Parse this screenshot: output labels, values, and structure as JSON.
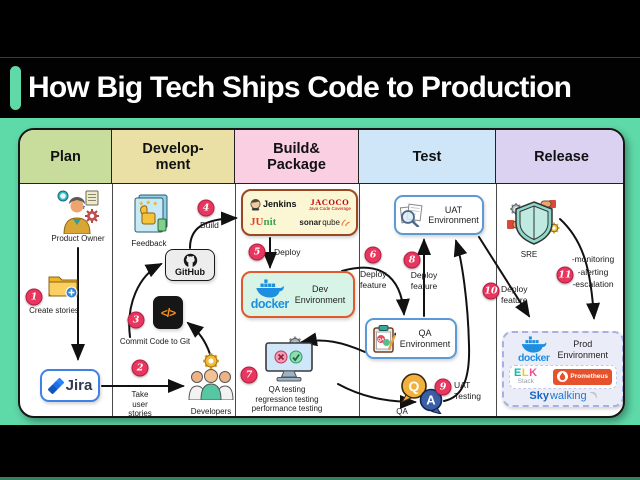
{
  "title": {
    "text": "How Big Tech Ships Code to Production"
  },
  "columns": {
    "plan": {
      "l1": "Plan",
      "l2": ""
    },
    "development": {
      "l1": "Develop-",
      "l2": "ment"
    },
    "build": {
      "l1": "Build&",
      "l2": "Package"
    },
    "test": {
      "l1": "Test",
      "l2": ""
    },
    "release": {
      "l1": "Release",
      "l2": ""
    }
  },
  "plan": {
    "product_owner": "Product Owner",
    "step1": {
      "num": "1",
      "label": "Create stories"
    },
    "jira": "Jira"
  },
  "dev": {
    "feedback": "Feedback",
    "github": "GitHub",
    "code_glyph": "</>",
    "developers": "Developers",
    "step2": {
      "num": "2",
      "label": "Take\nuser\nstories"
    },
    "step3": {
      "num": "3",
      "label": "Commit Code to Git"
    },
    "step4": {
      "num": "4",
      "label": "Build"
    }
  },
  "build": {
    "jenkins": "Jenkins",
    "jacoco": "JACOCO",
    "jacoco_sub": "Java Code Coverage",
    "junit_a": "JU",
    "junit_b": "nit",
    "sonar_a": "sonar",
    "sonar_b": "qube",
    "step5": {
      "num": "5",
      "label": "Deploy"
    },
    "docker": "docker",
    "dev_env": "Dev\nEnvironment",
    "step7": {
      "num": "7",
      "label": "QA testing\nregression testing\nperformance testing"
    }
  },
  "test": {
    "uat_env": "UAT\nEnvironment",
    "qa_env": "QA\nEnvironment",
    "clip_qa": "QA",
    "step6": {
      "num": "6",
      "label": "Deploy\nfeature"
    },
    "step8": {
      "num": "8",
      "label": "Deploy\nfeature"
    },
    "step9": {
      "num": "9",
      "label": "UAT\nTesting"
    },
    "bubble_q": "Q",
    "bubble_a": "A",
    "qa_label": "QA"
  },
  "release": {
    "sre": "SRE",
    "step10": {
      "num": "10",
      "label": "Deploy\nfeature"
    },
    "step11": {
      "num": "11",
      "label": "-monitoring\n-alerting\n-escalation"
    },
    "docker": "docker",
    "prod_env": "Prod\nEnvironment",
    "elk": "ELK",
    "elk_stack": "Stack",
    "prometheus": "Prometheus",
    "sky_a": "Sky",
    "sky_b": "walking"
  },
  "colors": {
    "background_teal": "#5ed9a8",
    "badge_red": "#e8365e",
    "plan_header": "#c8dc9c",
    "development_header": "#eadfa4",
    "build_header": "#f9cfe1",
    "test_header": "#cfe6f8",
    "release_header": "#dbd2f2",
    "docker_blue": "#1d8fe1",
    "dev_env_bg": "#d8f4e6",
    "dev_env_border": "#df5a2d",
    "env_border_blue": "#5b9bd5",
    "prod_env_bg": "#eaedf8",
    "prometheus_orange": "#e6522c",
    "tools_box_bg": "#fbf6d3",
    "tools_box_border": "#9c4722"
  }
}
